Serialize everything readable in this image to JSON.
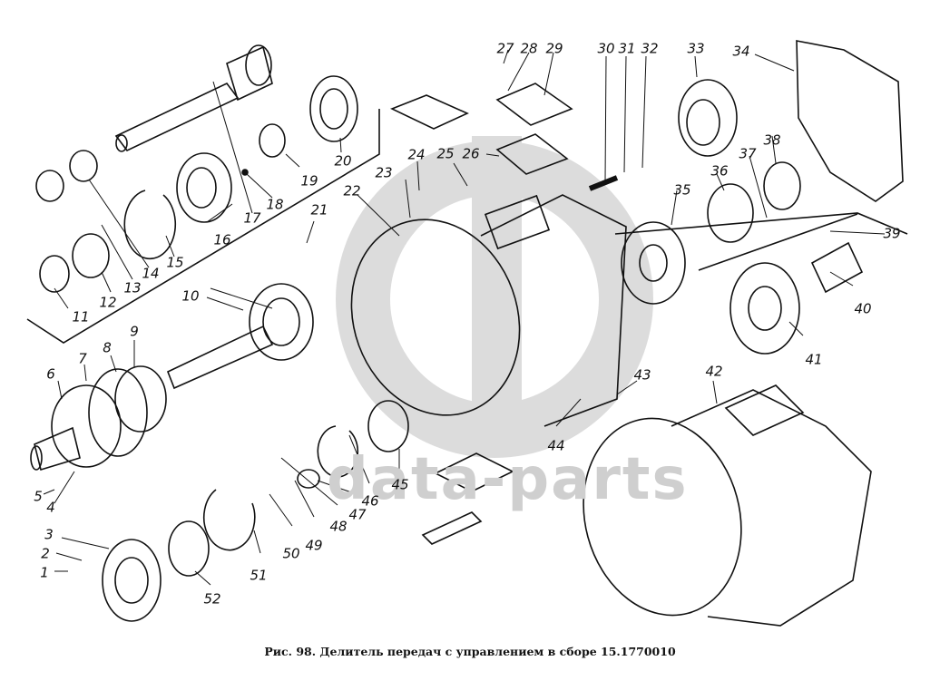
{
  "caption": "Рис. 98. Делитель передач с управлением в сборе 15.1770010",
  "watermark": "data-parts",
  "colors": {
    "ink": "#111111",
    "watermark": "#cfcfcf"
  },
  "callouts": [
    {
      "n": "1"
    },
    {
      "n": "2"
    },
    {
      "n": "3"
    },
    {
      "n": "4"
    },
    {
      "n": "5"
    },
    {
      "n": "6"
    },
    {
      "n": "7"
    },
    {
      "n": "8"
    },
    {
      "n": "9"
    },
    {
      "n": "10"
    },
    {
      "n": "11"
    },
    {
      "n": "12"
    },
    {
      "n": "13"
    },
    {
      "n": "14"
    },
    {
      "n": "15"
    },
    {
      "n": "16"
    },
    {
      "n": "17"
    },
    {
      "n": "18"
    },
    {
      "n": "19"
    },
    {
      "n": "20"
    },
    {
      "n": "21"
    },
    {
      "n": "22"
    },
    {
      "n": "23"
    },
    {
      "n": "24"
    },
    {
      "n": "25"
    },
    {
      "n": "26"
    },
    {
      "n": "27"
    },
    {
      "n": "28"
    },
    {
      "n": "29"
    },
    {
      "n": "30"
    },
    {
      "n": "31"
    },
    {
      "n": "32"
    },
    {
      "n": "33"
    },
    {
      "n": "34"
    },
    {
      "n": "35"
    },
    {
      "n": "36"
    },
    {
      "n": "37"
    },
    {
      "n": "38"
    },
    {
      "n": "39"
    },
    {
      "n": "40"
    },
    {
      "n": "41"
    },
    {
      "n": "42"
    },
    {
      "n": "43"
    },
    {
      "n": "44"
    },
    {
      "n": "45"
    },
    {
      "n": "46"
    },
    {
      "n": "47"
    },
    {
      "n": "48"
    },
    {
      "n": "49"
    },
    {
      "n": "50"
    },
    {
      "n": "51"
    },
    {
      "n": "52"
    }
  ]
}
